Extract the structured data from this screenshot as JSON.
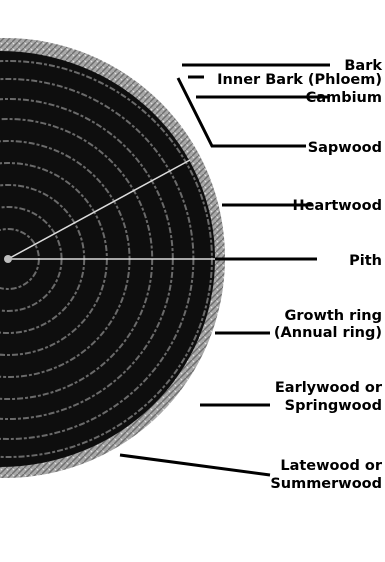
{
  "diagram": {
    "labels": {
      "bark": "Bark",
      "inner_bark": "Inner Bark (Phloem)",
      "cambium": "Cambium",
      "sapwood": "Sapwood",
      "heartwood": "Heartwood",
      "pith": "Pith",
      "growth_ring_1": "Growth ring",
      "growth_ring_2": "(Annual ring)",
      "earlywood_1": "Earlywood or",
      "earlywood_2": "Springwood",
      "latewood_1": "Latewood or",
      "latewood_2": "Summerwood"
    },
    "colors": {
      "bark": "#9a9a9a",
      "heartwood": "#0e0e0e",
      "sapwood": "#ffffff",
      "ring_line": "#6a6a6a",
      "background": "#ffffff"
    }
  }
}
